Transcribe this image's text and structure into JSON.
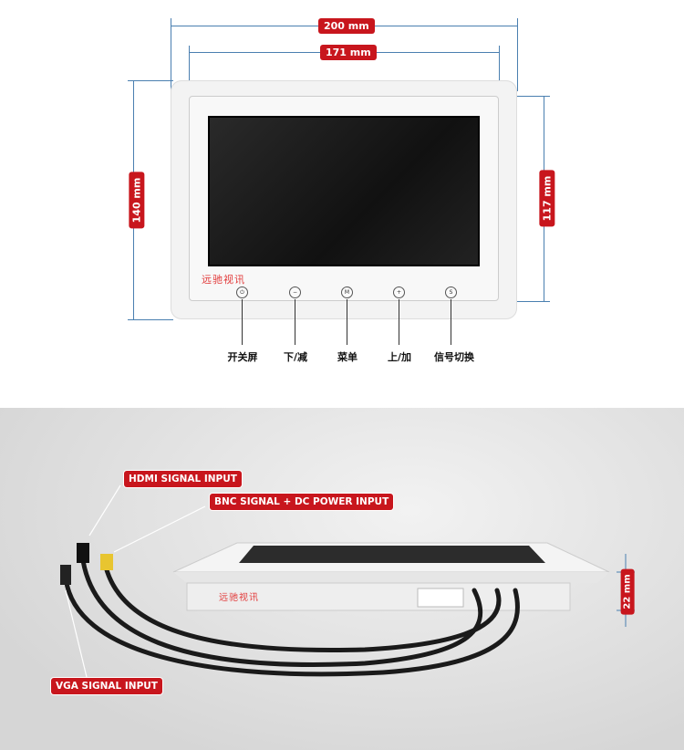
{
  "dimensions": {
    "outer_width": "200 mm",
    "inner_width": "171 mm",
    "outer_height": "140 mm",
    "inner_height": "117 mm",
    "depth": "22 mm"
  },
  "brand": "远驰视讯",
  "buttons": [
    {
      "icon": "power-icon",
      "glyph": "⏻",
      "label": "开关屏"
    },
    {
      "icon": "minus-icon",
      "glyph": "−",
      "label": "下/减"
    },
    {
      "icon": "menu-icon",
      "glyph": "M",
      "label": "菜单"
    },
    {
      "icon": "plus-icon",
      "glyph": "+",
      "label": "上/加"
    },
    {
      "icon": "source-icon",
      "glyph": "S",
      "label": "信号切换"
    }
  ],
  "ports": {
    "hdmi": "HDMI SIGNAL INPUT",
    "bnc": "BNC SIGNAL + DC POWER INPUT",
    "vga": "VGA SIGNAL INPUT"
  },
  "colors": {
    "accent": "#c8161d",
    "dimension": "#4a7fb0"
  }
}
